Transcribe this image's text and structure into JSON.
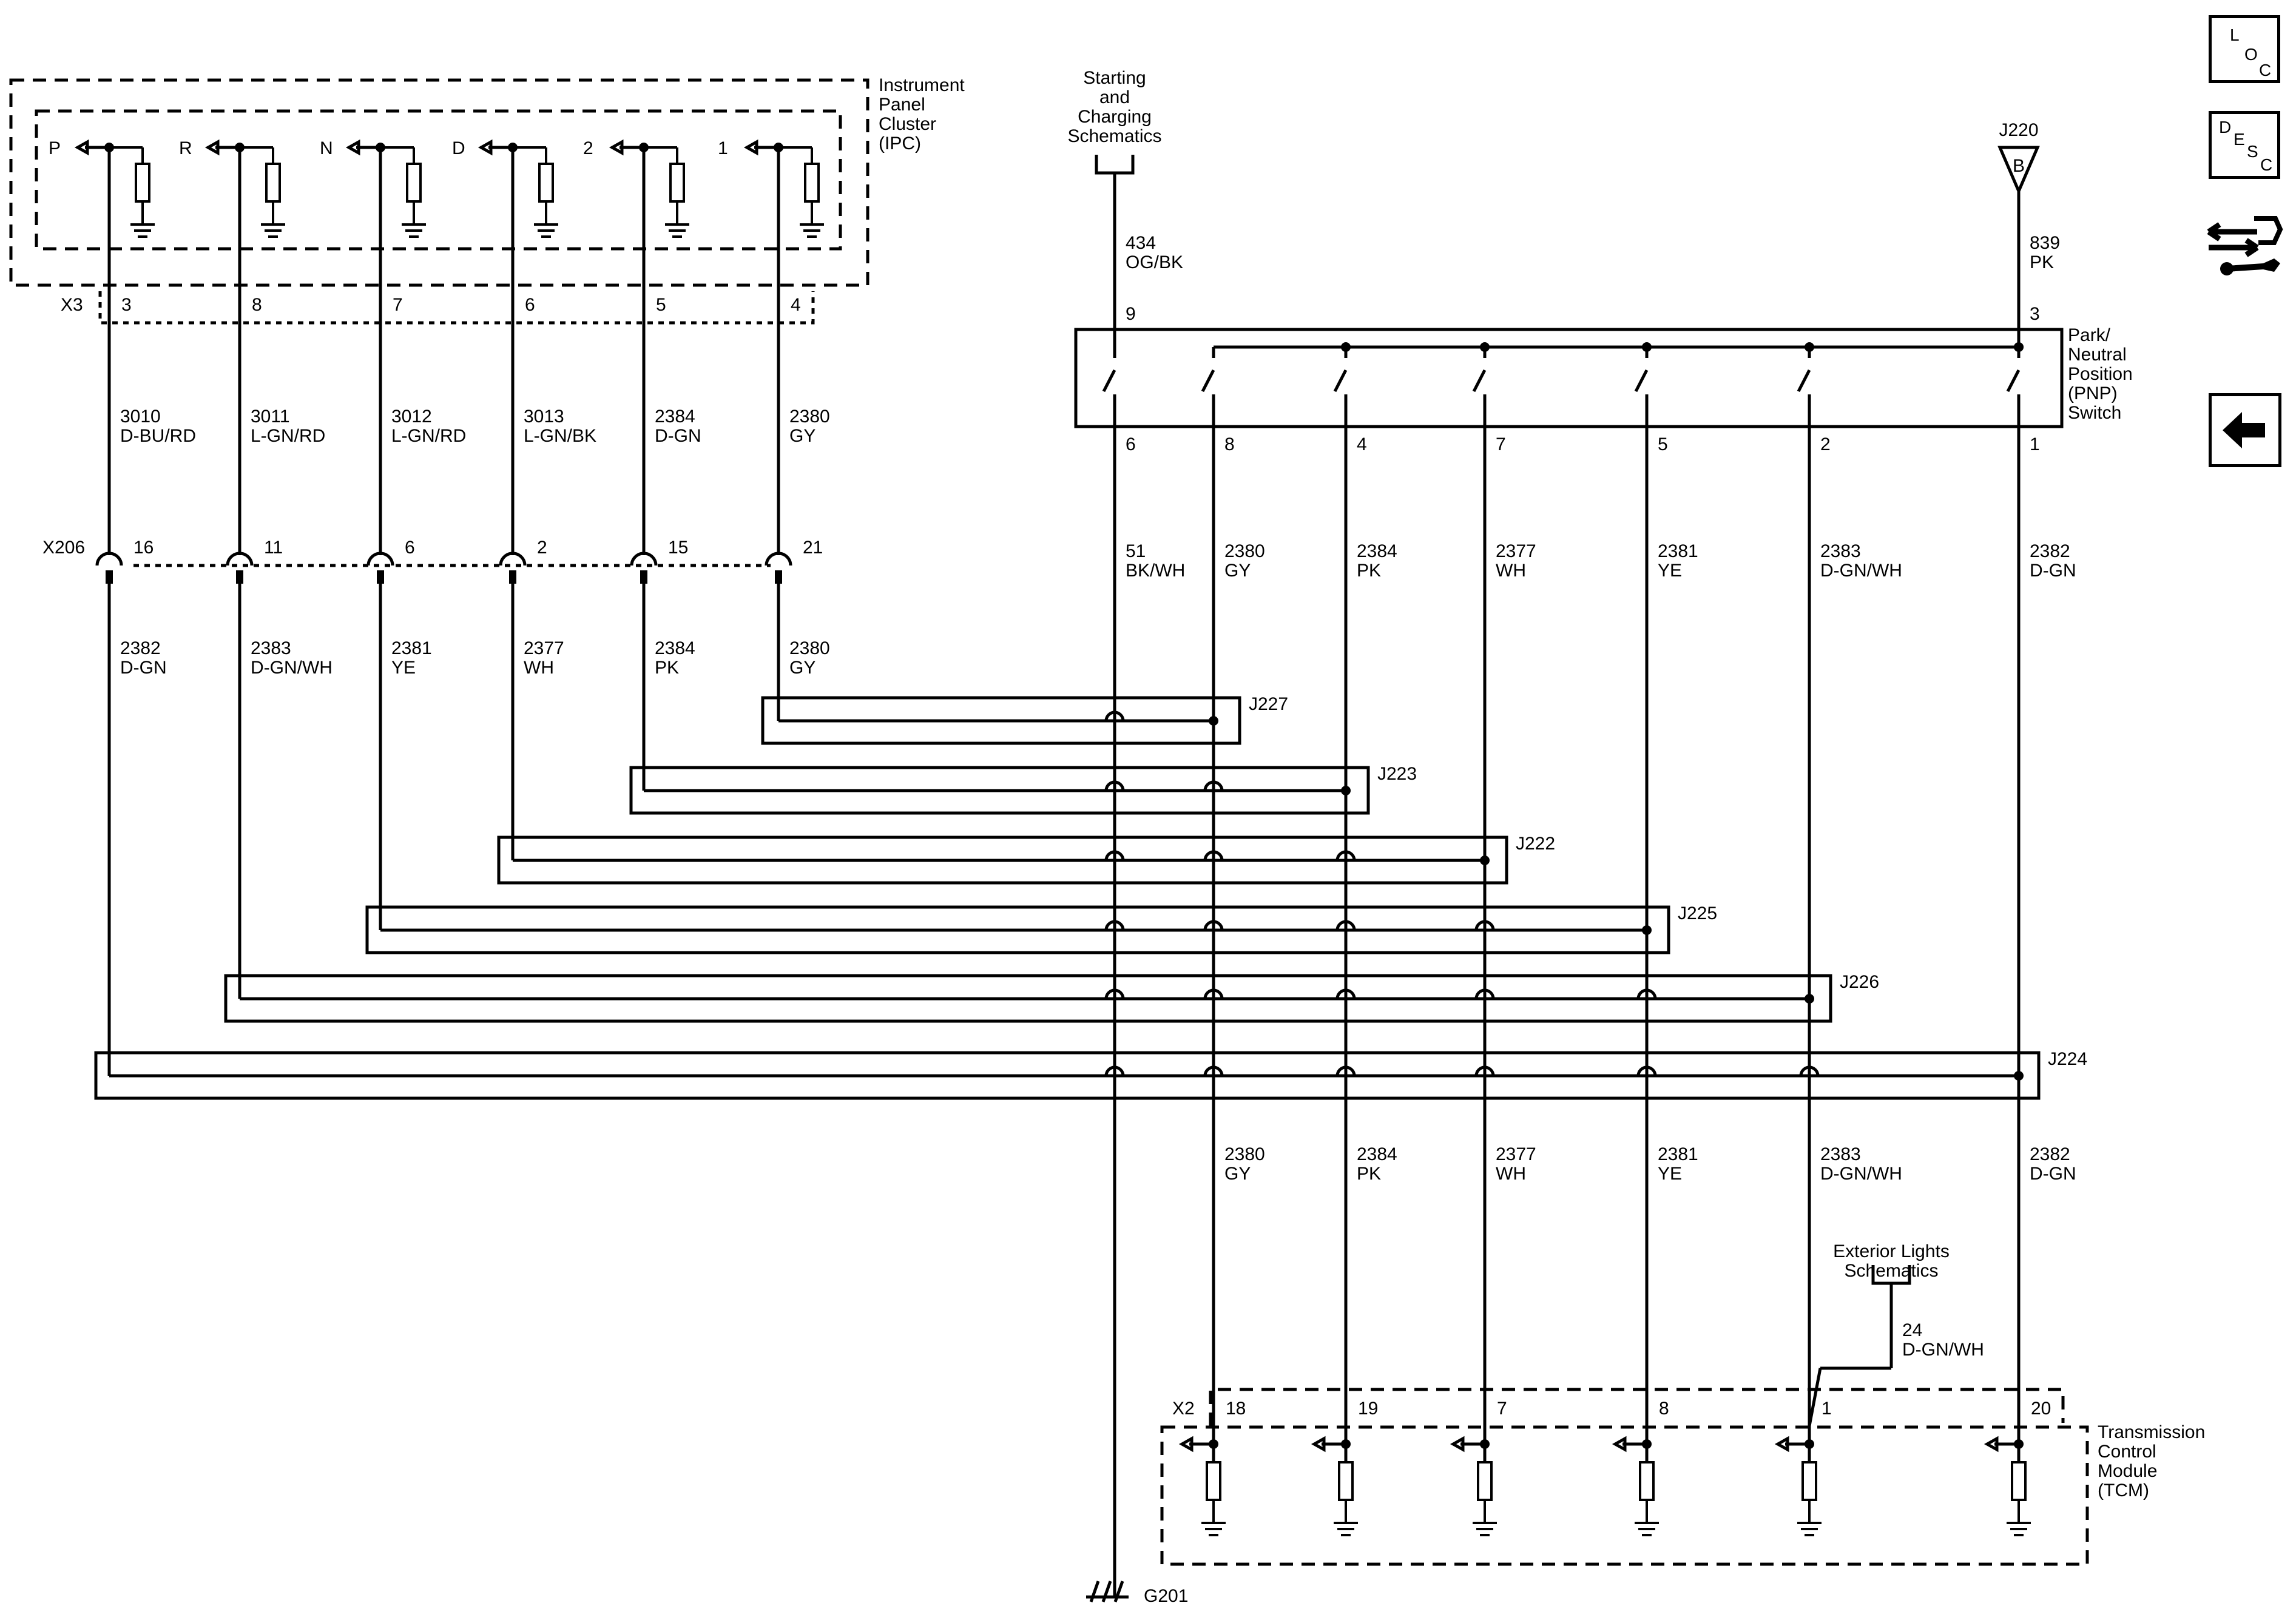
{
  "ipc": {
    "name": [
      "Instrument",
      "Panel",
      "Cluster",
      "(IPC)"
    ],
    "indicators": [
      "P",
      "R",
      "N",
      "D",
      "2",
      "1"
    ],
    "connector": "X3",
    "pins": [
      "3",
      "8",
      "7",
      "6",
      "5",
      "4"
    ],
    "wires": [
      {
        "num": "3010",
        "color": "D-BU/RD"
      },
      {
        "num": "3011",
        "color": "L-GN/RD"
      },
      {
        "num": "3012",
        "color": "L-GN/RD"
      },
      {
        "num": "3013",
        "color": "L-GN/BK"
      },
      {
        "num": "2384",
        "color": "D-GN"
      },
      {
        "num": "2380",
        "color": "GY"
      }
    ]
  },
  "x206": {
    "name": "X206",
    "pins": [
      "16",
      "11",
      "6",
      "2",
      "15",
      "21"
    ],
    "wires": [
      {
        "num": "2382",
        "color": "D-GN"
      },
      {
        "num": "2383",
        "color": "D-GN/WH"
      },
      {
        "num": "2381",
        "color": "YE"
      },
      {
        "num": "2377",
        "color": "WH"
      },
      {
        "num": "2384",
        "color": "PK"
      },
      {
        "num": "2380",
        "color": "GY"
      }
    ]
  },
  "starting": {
    "label": [
      "Starting",
      "and",
      "Charging",
      "Schematics"
    ],
    "wire_num": "434",
    "wire_color": "OG/BK"
  },
  "j220": {
    "name": "J220",
    "letter": "B",
    "wire_num": "839",
    "wire_color": "PK"
  },
  "pnp": {
    "name": [
      "Park/",
      "Neutral",
      "Position",
      "(PNP)",
      "Switch"
    ],
    "top_pins": [
      "9",
      "3"
    ],
    "bottom_pins": [
      "6",
      "8",
      "4",
      "7",
      "5",
      "2",
      "1"
    ],
    "wires": [
      {
        "num": "51",
        "color": "BK/WH"
      },
      {
        "num": "2380",
        "color": "GY"
      },
      {
        "num": "2384",
        "color": "PK"
      },
      {
        "num": "2377",
        "color": "WH"
      },
      {
        "num": "2381",
        "color": "YE"
      },
      {
        "num": "2383",
        "color": "D-GN/WH"
      },
      {
        "num": "2382",
        "color": "D-GN"
      }
    ]
  },
  "splices": [
    "J227",
    "J223",
    "J222",
    "J225",
    "J226",
    "J224"
  ],
  "lower_wires": [
    {
      "num": "2380",
      "color": "GY"
    },
    {
      "num": "2384",
      "color": "PK"
    },
    {
      "num": "2377",
      "color": "WH"
    },
    {
      "num": "2381",
      "color": "YE"
    },
    {
      "num": "2383",
      "color": "D-GN/WH"
    },
    {
      "num": "2382",
      "color": "D-GN"
    }
  ],
  "exterior": {
    "label": [
      "Exterior Lights",
      "Schematics"
    ],
    "wire_num": "24",
    "wire_color": "D-GN/WH"
  },
  "tcm": {
    "name": [
      "Transmission",
      "Control",
      "Module",
      "(TCM)"
    ],
    "connector": "X2",
    "pins": [
      "18",
      "19",
      "7",
      "8",
      "1",
      "20"
    ]
  },
  "ground": "G201",
  "nav": {
    "loc": [
      "L",
      "O",
      "C"
    ],
    "desc": [
      "D",
      "E",
      "S",
      "C"
    ]
  }
}
